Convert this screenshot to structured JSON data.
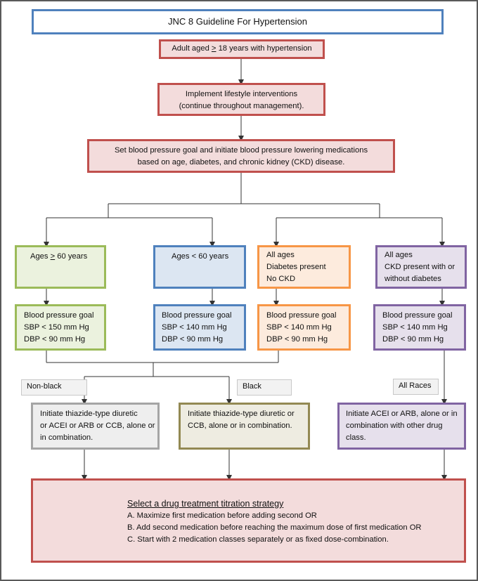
{
  "title": "JNC 8 Guideline For Hypertension",
  "start": {
    "pre": "Adult aged ",
    "ge": ">",
    "post": " 18 years with hypertension"
  },
  "lifestyle": [
    "Implement lifestyle interventions",
    "(continue throughout management)."
  ],
  "goal": [
    "Set blood pressure goal and initiate blood pressure lowering medications",
    "based on age, diabetes, and chronic kidney (CKD) disease."
  ],
  "groups": {
    "g1": {
      "pre": "Ages ",
      "ge": ">",
      "post": " 60 years"
    },
    "g2": "Ages < 60 years",
    "g3": [
      "All ages",
      "Diabetes present",
      "No CKD"
    ],
    "g4": [
      "All ages",
      "CKD present with or",
      "without diabetes"
    ]
  },
  "goals": {
    "g1": [
      "Blood pressure goal",
      "SBP < 150 mm Hg",
      "DBP < 90 mm Hg"
    ],
    "g2": [
      "Blood pressure goal",
      "SBP < 140 mm Hg",
      "DBP < 90 mm Hg"
    ],
    "g3": [
      "Blood pressure goal",
      "SBP < 140 mm Hg",
      "DBP < 90 mm Hg"
    ],
    "g4": [
      "Blood pressure goal",
      "SBP < 140 mm Hg",
      "DBP < 90 mm Hg"
    ]
  },
  "tags": {
    "nonblack": "Non-black",
    "black": "Black",
    "all_races": "All Races"
  },
  "treat": {
    "nonblack": [
      "Initiate thiazide-type diuretic",
      "or ACEI or ARB or CCB, alone or",
      "in combination."
    ],
    "black": [
      "Initiate thiazide-type diuretic or",
      "CCB, alone or in combination."
    ],
    "ckd": [
      "Initiate ACEI or ARB, alone or in",
      "combination with other drug",
      "class."
    ]
  },
  "final": {
    "heading": "Select a drug treatment titration strategy",
    "items": [
      "A. Maximize first medication before adding second OR",
      "B. Add second medication before reaching the maximum dose of first medication OR",
      "C. Start with 2 medication classes separately or as fixed dose-combination."
    ]
  }
}
